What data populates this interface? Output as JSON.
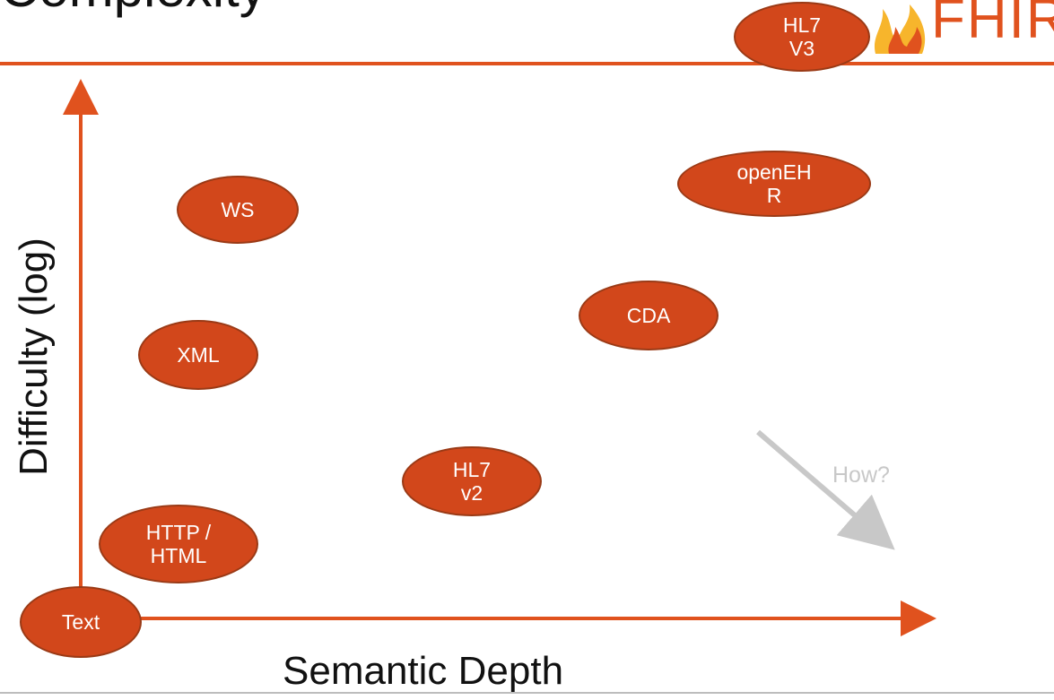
{
  "header": {
    "title_fragment": "Complexity",
    "logo_text": "FHIR"
  },
  "diagram": {
    "y_axis_label": "Difficulty (log)",
    "x_axis_label": "Semantic Depth",
    "annotation": "How?",
    "nodes": {
      "hl7v3": "HL7\nV3",
      "openehr": "openEH\nR",
      "ws": "WS",
      "cda": "CDA",
      "xml": "XML",
      "hl7v2": "HL7\nv2",
      "http_html": "HTTP /\nHTML",
      "text": "Text"
    }
  },
  "colors": {
    "accent": "#d2471b",
    "rule": "#e0521e",
    "annotation": "#c8c8c8"
  }
}
